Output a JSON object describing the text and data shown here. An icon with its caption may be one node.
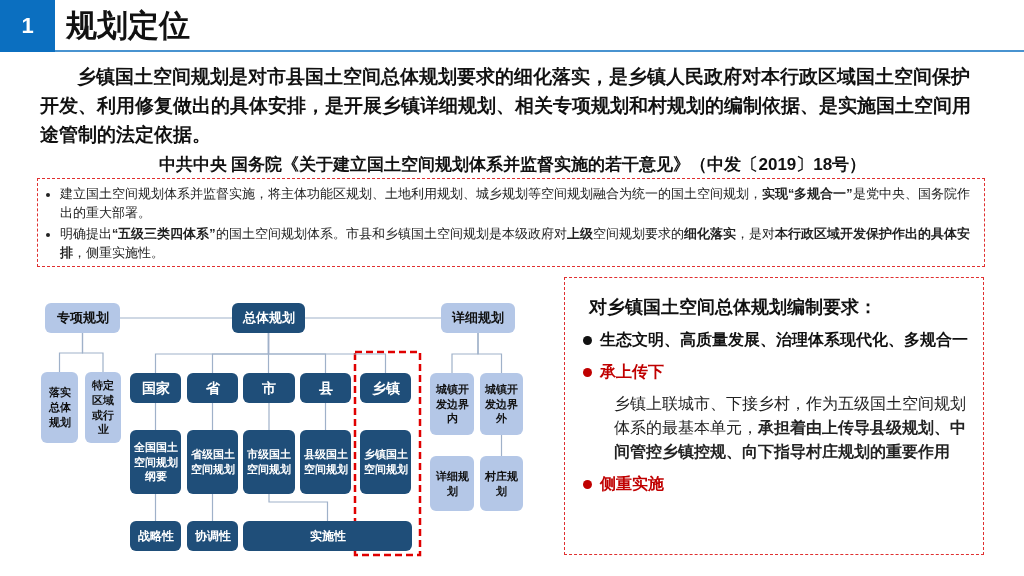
{
  "diagram": {
    "title": "规划定位",
    "nodes": [
      {
        "text": [
          "专项规划"
        ]
      },
      {
        "text": [
          "总体规划"
        ]
      },
      {
        "text": [
          "详细规划"
        ]
      },
      {
        "text": [
          "落实总体规划"
        ]
      },
      {
        "text": [
          "特定区域或行业"
        ]
      },
      {
        "text": [
          "国家"
        ]
      },
      {
        "text": [
          "省"
        ]
      },
      {
        "text": [
          "市"
        ]
      },
      {
        "text": [
          "县"
        ]
      },
      {
        "text": [
          "乡镇"
        ]
      },
      {
        "text": [
          "全国国土空间规划纲要"
        ]
      },
      {
        "text": [
          "省级国土空间规划"
        ]
      },
      {
        "text": [
          "市级国土空间规划"
        ]
      },
      {
        "text": [
          "县级国土空间规划"
        ]
      },
      {
        "text": [
          "乡镇国土空间规划"
        ]
      },
      {
        "text": [
          "城镇开发边界内"
        ]
      },
      {
        "text": [
          "城镇开发边界外"
        ]
      },
      {
        "text": [
          "详细规划"
        ]
      },
      {
        "text": [
          "村庄规划"
        ]
      },
      {
        "text": [
          "战略性"
        ]
      },
      {
        "text": [
          "协调性"
        ]
      },
      {
        "text": [
          "实施性"
        ]
      },
      {
        "text": [
          "建立国土空间规划体系并监督实施，将主体功能区规划、土地利用规划、城乡规划等空间规划融合为统一的国土空间规划，**实现“多规合一”**是党中央、国务院作出的重大部署。",
          "明确提出**“五级三类四体系”**的国土空间规划体系。市县和乡镇国土空间规划是本级政府对**上级**空间规划要求的**细化落实**，是对**本行政区域开发保护作出的具体安排**，侧重实施性。"
        ]
      },
      {
        "text": [
          "对乡镇国土空间总体规划编制要求：",
          "生态文明、高质量发展、治理体系现代化、多规合一",
          "承上传下",
          "乡镇上联城市、下接乡村，作为五级国土空间规划体系的最基本单元，**承担着由上传导县级规划、中间管控乡镇控规、向下指导村庄规划的重要作用**",
          "侧重实施"
        ]
      }
    ],
    "edges": [
      {
        "from": 0,
        "to": 1,
        "arrow": "none"
      },
      {
        "from": 1,
        "to": 2,
        "arrow": "none"
      },
      {
        "from": 0,
        "to": 3,
        "arrow": "none"
      },
      {
        "from": 0,
        "to": 4,
        "arrow": "none"
      },
      {
        "from": 1,
        "to": 5,
        "arrow": "none"
      },
      {
        "from": 1,
        "to": 6,
        "arrow": "none"
      },
      {
        "from": 1,
        "to": 7,
        "arrow": "none"
      },
      {
        "from": 1,
        "to": 8,
        "arrow": "none"
      },
      {
        "from": 1,
        "to": 9,
        "arrow": "none"
      },
      {
        "from": 2,
        "to": 15,
        "arrow": "none"
      },
      {
        "from": 2,
        "to": 16,
        "arrow": "none"
      },
      {
        "from": 16,
        "to": 18,
        "arrow": "none"
      },
      {
        "from": 5,
        "to": 10,
        "arrow": "none"
      },
      {
        "from": 6,
        "to": 11,
        "arrow": "none"
      },
      {
        "from": 7,
        "to": 12,
        "arrow": "none"
      },
      {
        "from": 8,
        "to": 13,
        "arrow": "none"
      },
      {
        "from": 10,
        "to": 19,
        "arrow": "none"
      },
      {
        "from": 11,
        "to": 20,
        "arrow": "none"
      },
      {
        "from": 12,
        "to": 21,
        "arrow": "none"
      }
    ],
    "labels": [
      "1",
      "乡镇国土空间规划是对市县国土空间总体规划要求的细化落实，是乡镇人民政府对本行政区域国土空间保护开发、利用修复做出的具体安排，是开展乡镇详细规划、相关专项规划和村规划的编制依据、是实施国土空间用途管制的法定依据。",
      "中共中央 国务院《关于建立国土空间规划体系并监督实施的若干意见》（中发〔2019〕18号）"
    ]
  }
}
